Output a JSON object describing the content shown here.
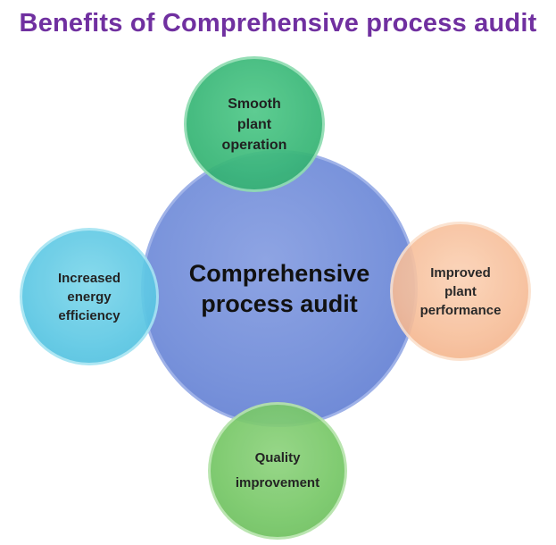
{
  "title": "Benefits of Comprehensive process audit",
  "center": {
    "line1": "Comprehensive",
    "line2": "process audit"
  },
  "benefits": [
    {
      "id": "top",
      "lines": [
        "Smooth",
        "plant",
        "operation"
      ],
      "color": "#3ab878"
    },
    {
      "id": "left",
      "lines": [
        "Increased",
        "energy",
        "efficiency"
      ],
      "color": "#5ec8e4"
    },
    {
      "id": "right",
      "lines": [
        "Improved",
        "plant",
        "performance"
      ],
      "color": "#f7bd98"
    },
    {
      "id": "bottom",
      "lines": [
        "Quality",
        "improvement"
      ],
      "color": "#76c766"
    }
  ],
  "colors": {
    "title": "#7030a0",
    "center": "#7993db"
  }
}
